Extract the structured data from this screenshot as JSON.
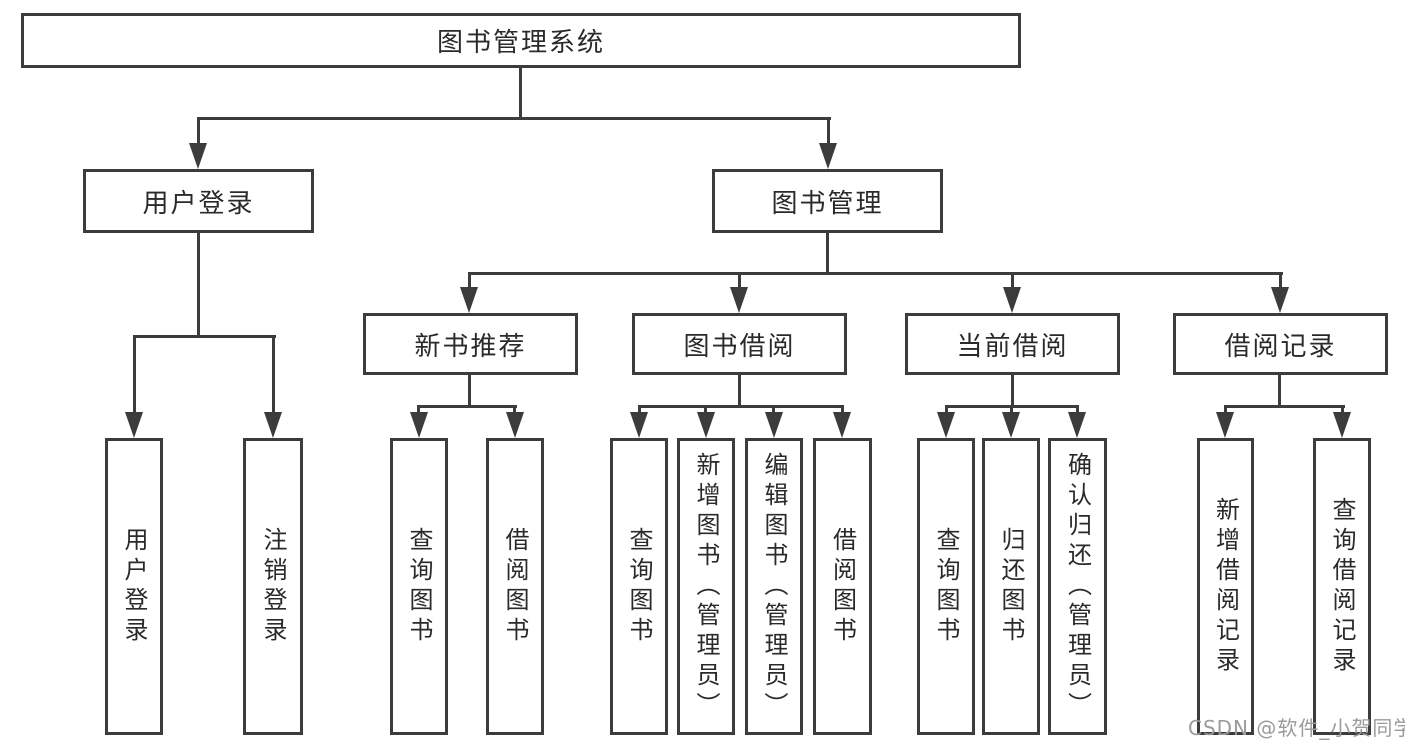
{
  "colors": {
    "line": "#3c3c3c",
    "text": "#2a2a2a",
    "watermark": "#9b9b9b",
    "background": "#ffffff"
  },
  "watermark": "CSDN @软件_小贺同学",
  "tree": {
    "root": {
      "label": "图书管理系统",
      "children": [
        {
          "label": "用户登录",
          "children": [
            {
              "label": "用户登录"
            },
            {
              "label": "注销登录"
            }
          ]
        },
        {
          "label": "图书管理",
          "children": [
            {
              "label": "新书推荐",
              "children": [
                {
                  "label": "查询图书"
                },
                {
                  "label": "借阅图书"
                }
              ]
            },
            {
              "label": "图书借阅",
              "children": [
                {
                  "label": "查询图书"
                },
                {
                  "label": "新增图书（管理员）"
                },
                {
                  "label": "编辑图书（管理员）"
                },
                {
                  "label": "借阅图书"
                }
              ]
            },
            {
              "label": "当前借阅",
              "children": [
                {
                  "label": "查询图书"
                },
                {
                  "label": "归还图书"
                },
                {
                  "label": "确认归还（管理员）"
                }
              ]
            },
            {
              "label": "借阅记录",
              "children": [
                {
                  "label": "新增借阅记录"
                },
                {
                  "label": "查询借阅记录"
                }
              ]
            }
          ]
        }
      ]
    }
  }
}
